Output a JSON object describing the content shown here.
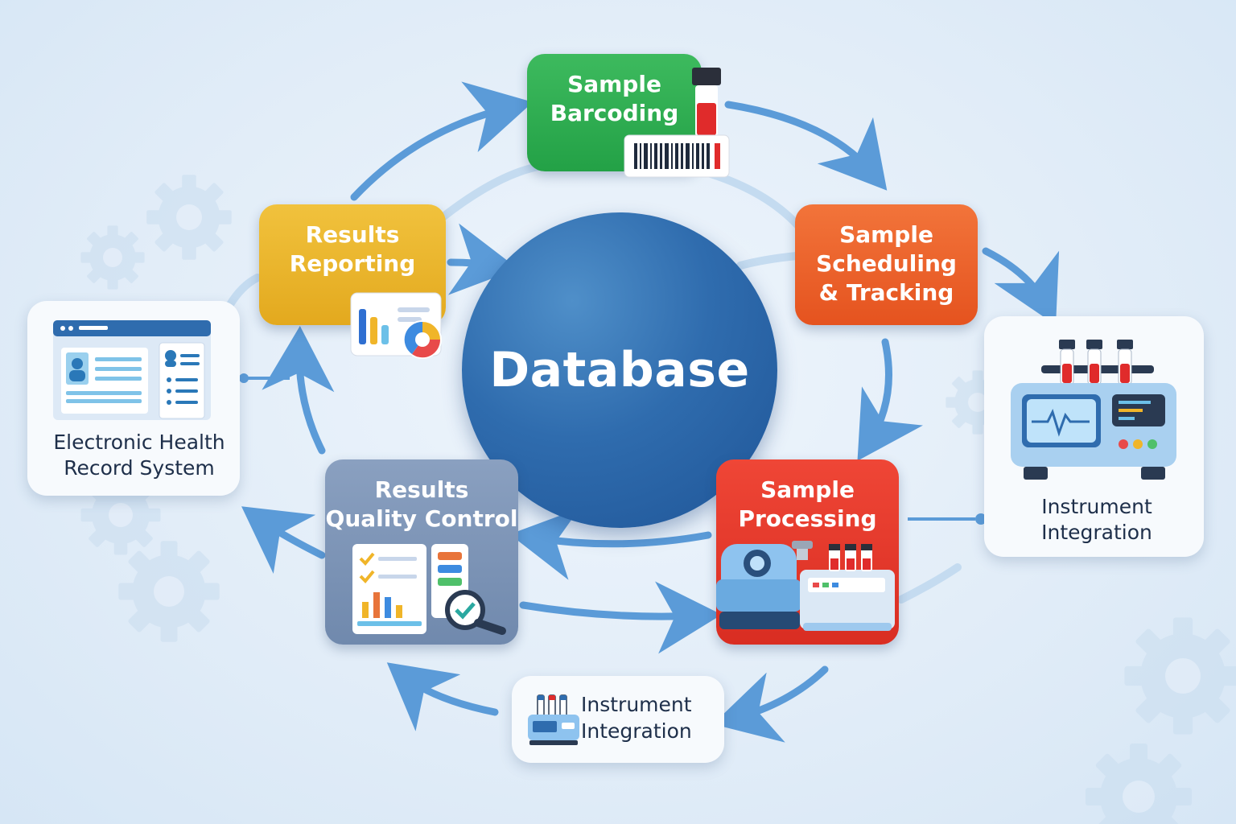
{
  "center": {
    "label": "Database"
  },
  "nodes": {
    "barcoding": [
      "Sample",
      "Barcoding"
    ],
    "scheduling": [
      "Sample",
      "Scheduling",
      "& Tracking"
    ],
    "processing": [
      "Sample",
      "Processing"
    ],
    "qc": [
      "Results",
      "Quality Control"
    ],
    "reporting": [
      "Results",
      "Reporting"
    ]
  },
  "externals": {
    "ehr": [
      "Electronic Health",
      "Record System"
    ],
    "instrument_right": [
      "Instrument",
      "Integration"
    ],
    "instrument_bottom": [
      "Instrument",
      "Integration"
    ]
  },
  "colors": {
    "barcoding": "#2db04f",
    "scheduling": "#ea5f27",
    "processing": "#e2372a",
    "qc": "#7d93b5",
    "reporting": "#eab42a",
    "database": "#2a63a6",
    "arrow": "#5b9bd8"
  },
  "icons": {
    "barcoding": "test-tube-barcode-icon",
    "reporting": "chart-report-icon",
    "processing": "lab-analyzer-icon",
    "qc": "checklist-magnifier-icon",
    "ehr": "patient-record-window-icon",
    "instrument_right": "analyzer-test-tubes-icon",
    "instrument_bottom": "small-analyzer-icon"
  }
}
